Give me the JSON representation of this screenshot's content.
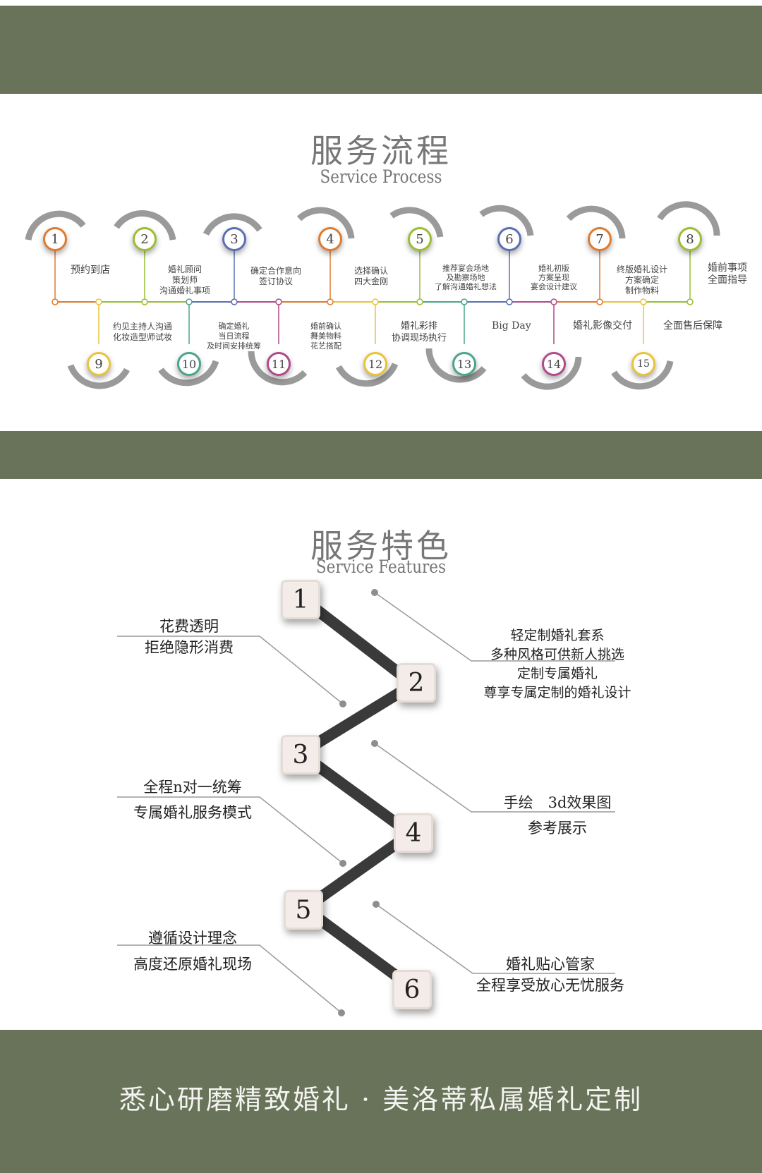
{
  "process": {
    "title": "服务流程",
    "subtitle": "Service Process",
    "top_steps": [
      {
        "num": "1",
        "label": "预约到店",
        "color": "#e07a2e"
      },
      {
        "num": "2",
        "label": "婚礼顾问\n策划师\n沟通婚礼事项",
        "color": "#9bbd34"
      },
      {
        "num": "3",
        "label": "确定合作意向\n签订协议",
        "color": "#5a6fb3"
      },
      {
        "num": "4",
        "label": "选择确认\n四大金刚",
        "color": "#e07a2e"
      },
      {
        "num": "5",
        "label": "推荐宴会场地\n及勘察场地\n了解沟通婚礼想法",
        "color": "#9bbd34"
      },
      {
        "num": "6",
        "label": "婚礼初版\n方案呈现\n宴会设计建议",
        "color": "#5a6fb3"
      },
      {
        "num": "7",
        "label": "终版婚礼设计\n方案确定\n制作物料",
        "color": "#e07a2e"
      },
      {
        "num": "8",
        "label": "婚前事项\n全面指导",
        "color": "#9bbd34"
      }
    ],
    "bottom_steps": [
      {
        "num": "9",
        "label": "约见主持人沟通\n化妆造型师试妆",
        "color": "#e8c43a"
      },
      {
        "num": "10",
        "label": "确定婚礼\n当日流程\n及时间安排统筹",
        "color": "#4aa58c"
      },
      {
        "num": "11",
        "label": "婚前确认\n舞美物料\n花艺搭配",
        "color": "#b04a8a"
      },
      {
        "num": "12",
        "label": "婚礼彩排\n协调现场执行",
        "color": "#e8c43a"
      },
      {
        "num": "13",
        "label": "Big Day",
        "color": "#4aa58c"
      },
      {
        "num": "14",
        "label": "婚礼影像交付",
        "color": "#b04a8a"
      },
      {
        "num": "15",
        "label": "全面售后保障",
        "color": "#e8c43a"
      }
    ]
  },
  "features": {
    "title": "服务特色",
    "subtitle": "Service Features",
    "boxes": [
      "1",
      "2",
      "3",
      "4",
      "5",
      "6"
    ],
    "items": [
      {
        "line1": "花费透明",
        "line2": "拒绝隐形消费"
      },
      {
        "line1": "轻定制婚礼套系",
        "line2": "多种风格可供新人挑选",
        "line3": "定制专属婚礼",
        "line4": "尊享专属定制的婚礼设计"
      },
      {
        "line1": "全程n对一统筹",
        "line2": "专属婚礼服务模式"
      },
      {
        "line1": "手绘　3d效果图",
        "line2": "参考展示"
      },
      {
        "line1": "遵循设计理念",
        "line2": "高度还原婚礼现场"
      },
      {
        "line1": "婚礼贴心管家",
        "line2": "全程享受放心无忧服务"
      }
    ]
  },
  "footer": {
    "slogan": "悉心研磨精致婚礼 · 美洛蒂私属婚礼定制"
  }
}
